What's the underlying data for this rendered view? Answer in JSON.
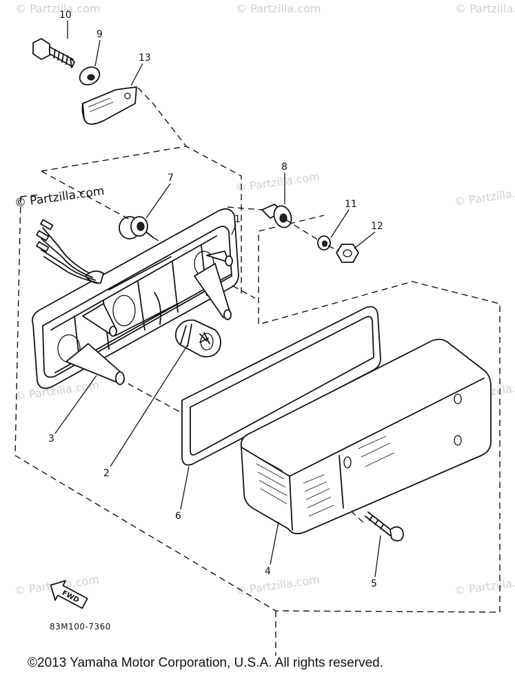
{
  "watermark": "© Partzilla.com",
  "callouts": [
    "10",
    "9",
    "13",
    "7",
    "8",
    "11",
    "12",
    "3",
    "2",
    "6",
    "4",
    "5",
    "1"
  ],
  "fwd_label": "FWD",
  "diagram_code": "83M100-7360",
  "copyright": "©2013  Yamaha Motor Corporation, U.S.A. All rights reserved."
}
